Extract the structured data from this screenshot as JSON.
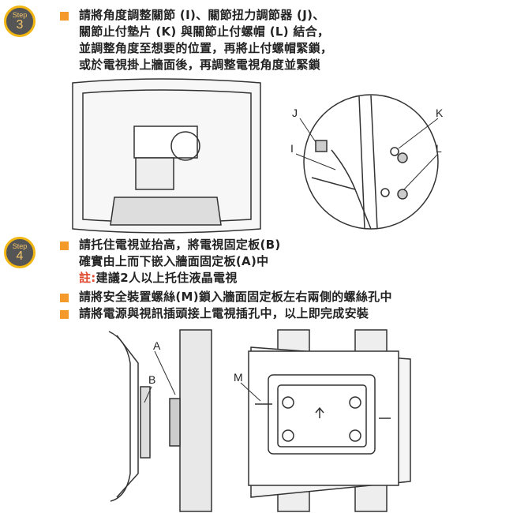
{
  "step3": {
    "badge_word": "Step",
    "badge_number": "3",
    "lines": [
      "請將角度調整關節 (I)、關節扭力調節器 (J)、",
      "關節止付墊片 (K) 與關節止付螺帽 (L) 結合，",
      "並調整角度至想要的位置，再將止付螺帽緊鎖，",
      "或於電視掛上牆面後，再調整電視角度並緊鎖"
    ],
    "figure_labels": {
      "j": "J",
      "k": "K",
      "i": "I",
      "l": "L"
    }
  },
  "step4": {
    "badge_word": "Step",
    "badge_number": "4",
    "item1_lines": [
      "請托住電視並抬高，將電視固定板(B)",
      "確實由上而下嵌入牆面固定板(A)中"
    ],
    "note_label": "註:",
    "note_text": "建議2人以上托住液晶電視",
    "item2": "請將安全裝置螺絲(M)鎖入牆面固定板左右兩側的螺絲孔中",
    "item3": "請將電源與視訊插頭接上電視插孔中，以上即完成安裝",
    "figure_labels": {
      "a": "A",
      "b": "B",
      "m": "M"
    }
  },
  "colors": {
    "bullet": "#f39a2b",
    "badge_ring": "#f2b613",
    "badge_fill": "#555555",
    "note": "#e0452b"
  }
}
